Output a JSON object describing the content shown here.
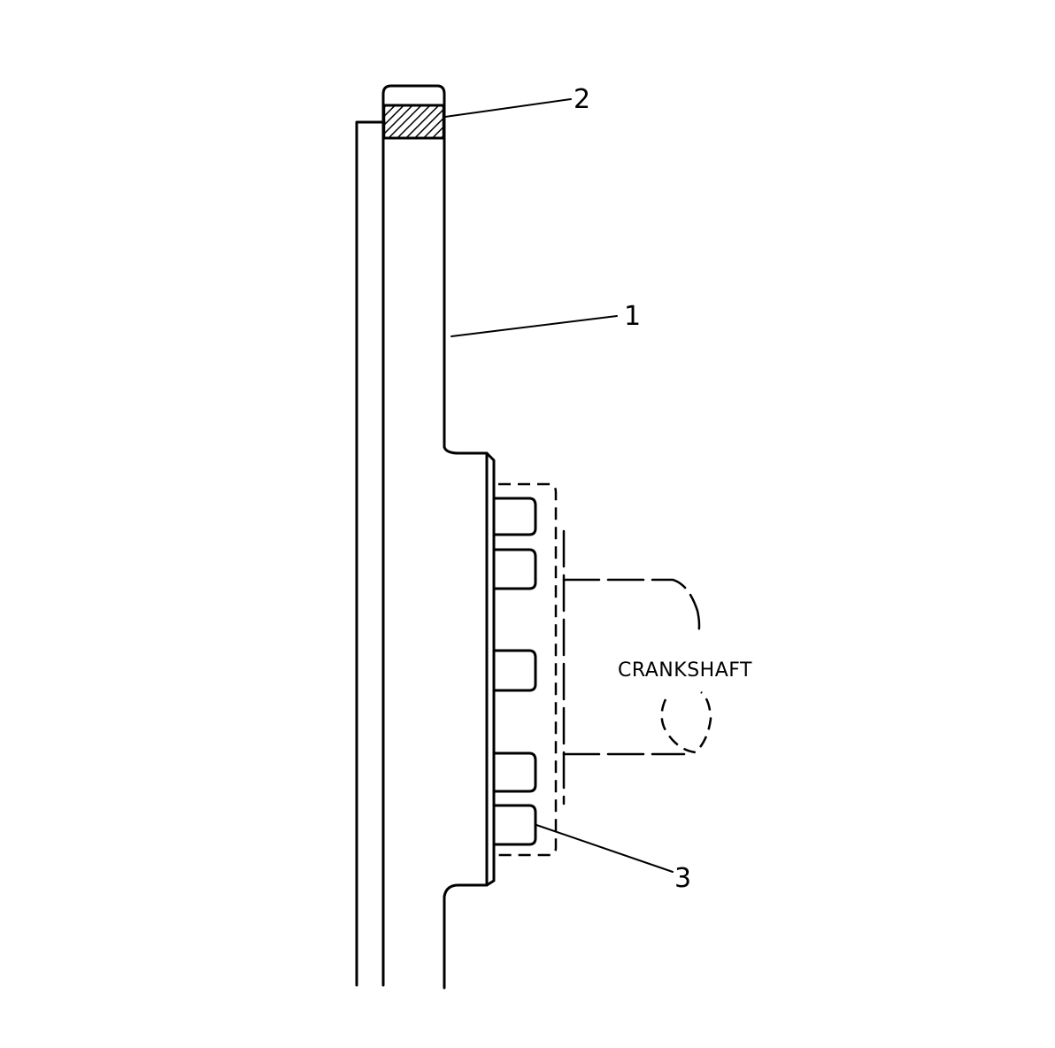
{
  "callouts": {
    "part1": "1",
    "part2": "2",
    "part3": "3"
  },
  "crankshaft_label": "CRANKSHAFT"
}
